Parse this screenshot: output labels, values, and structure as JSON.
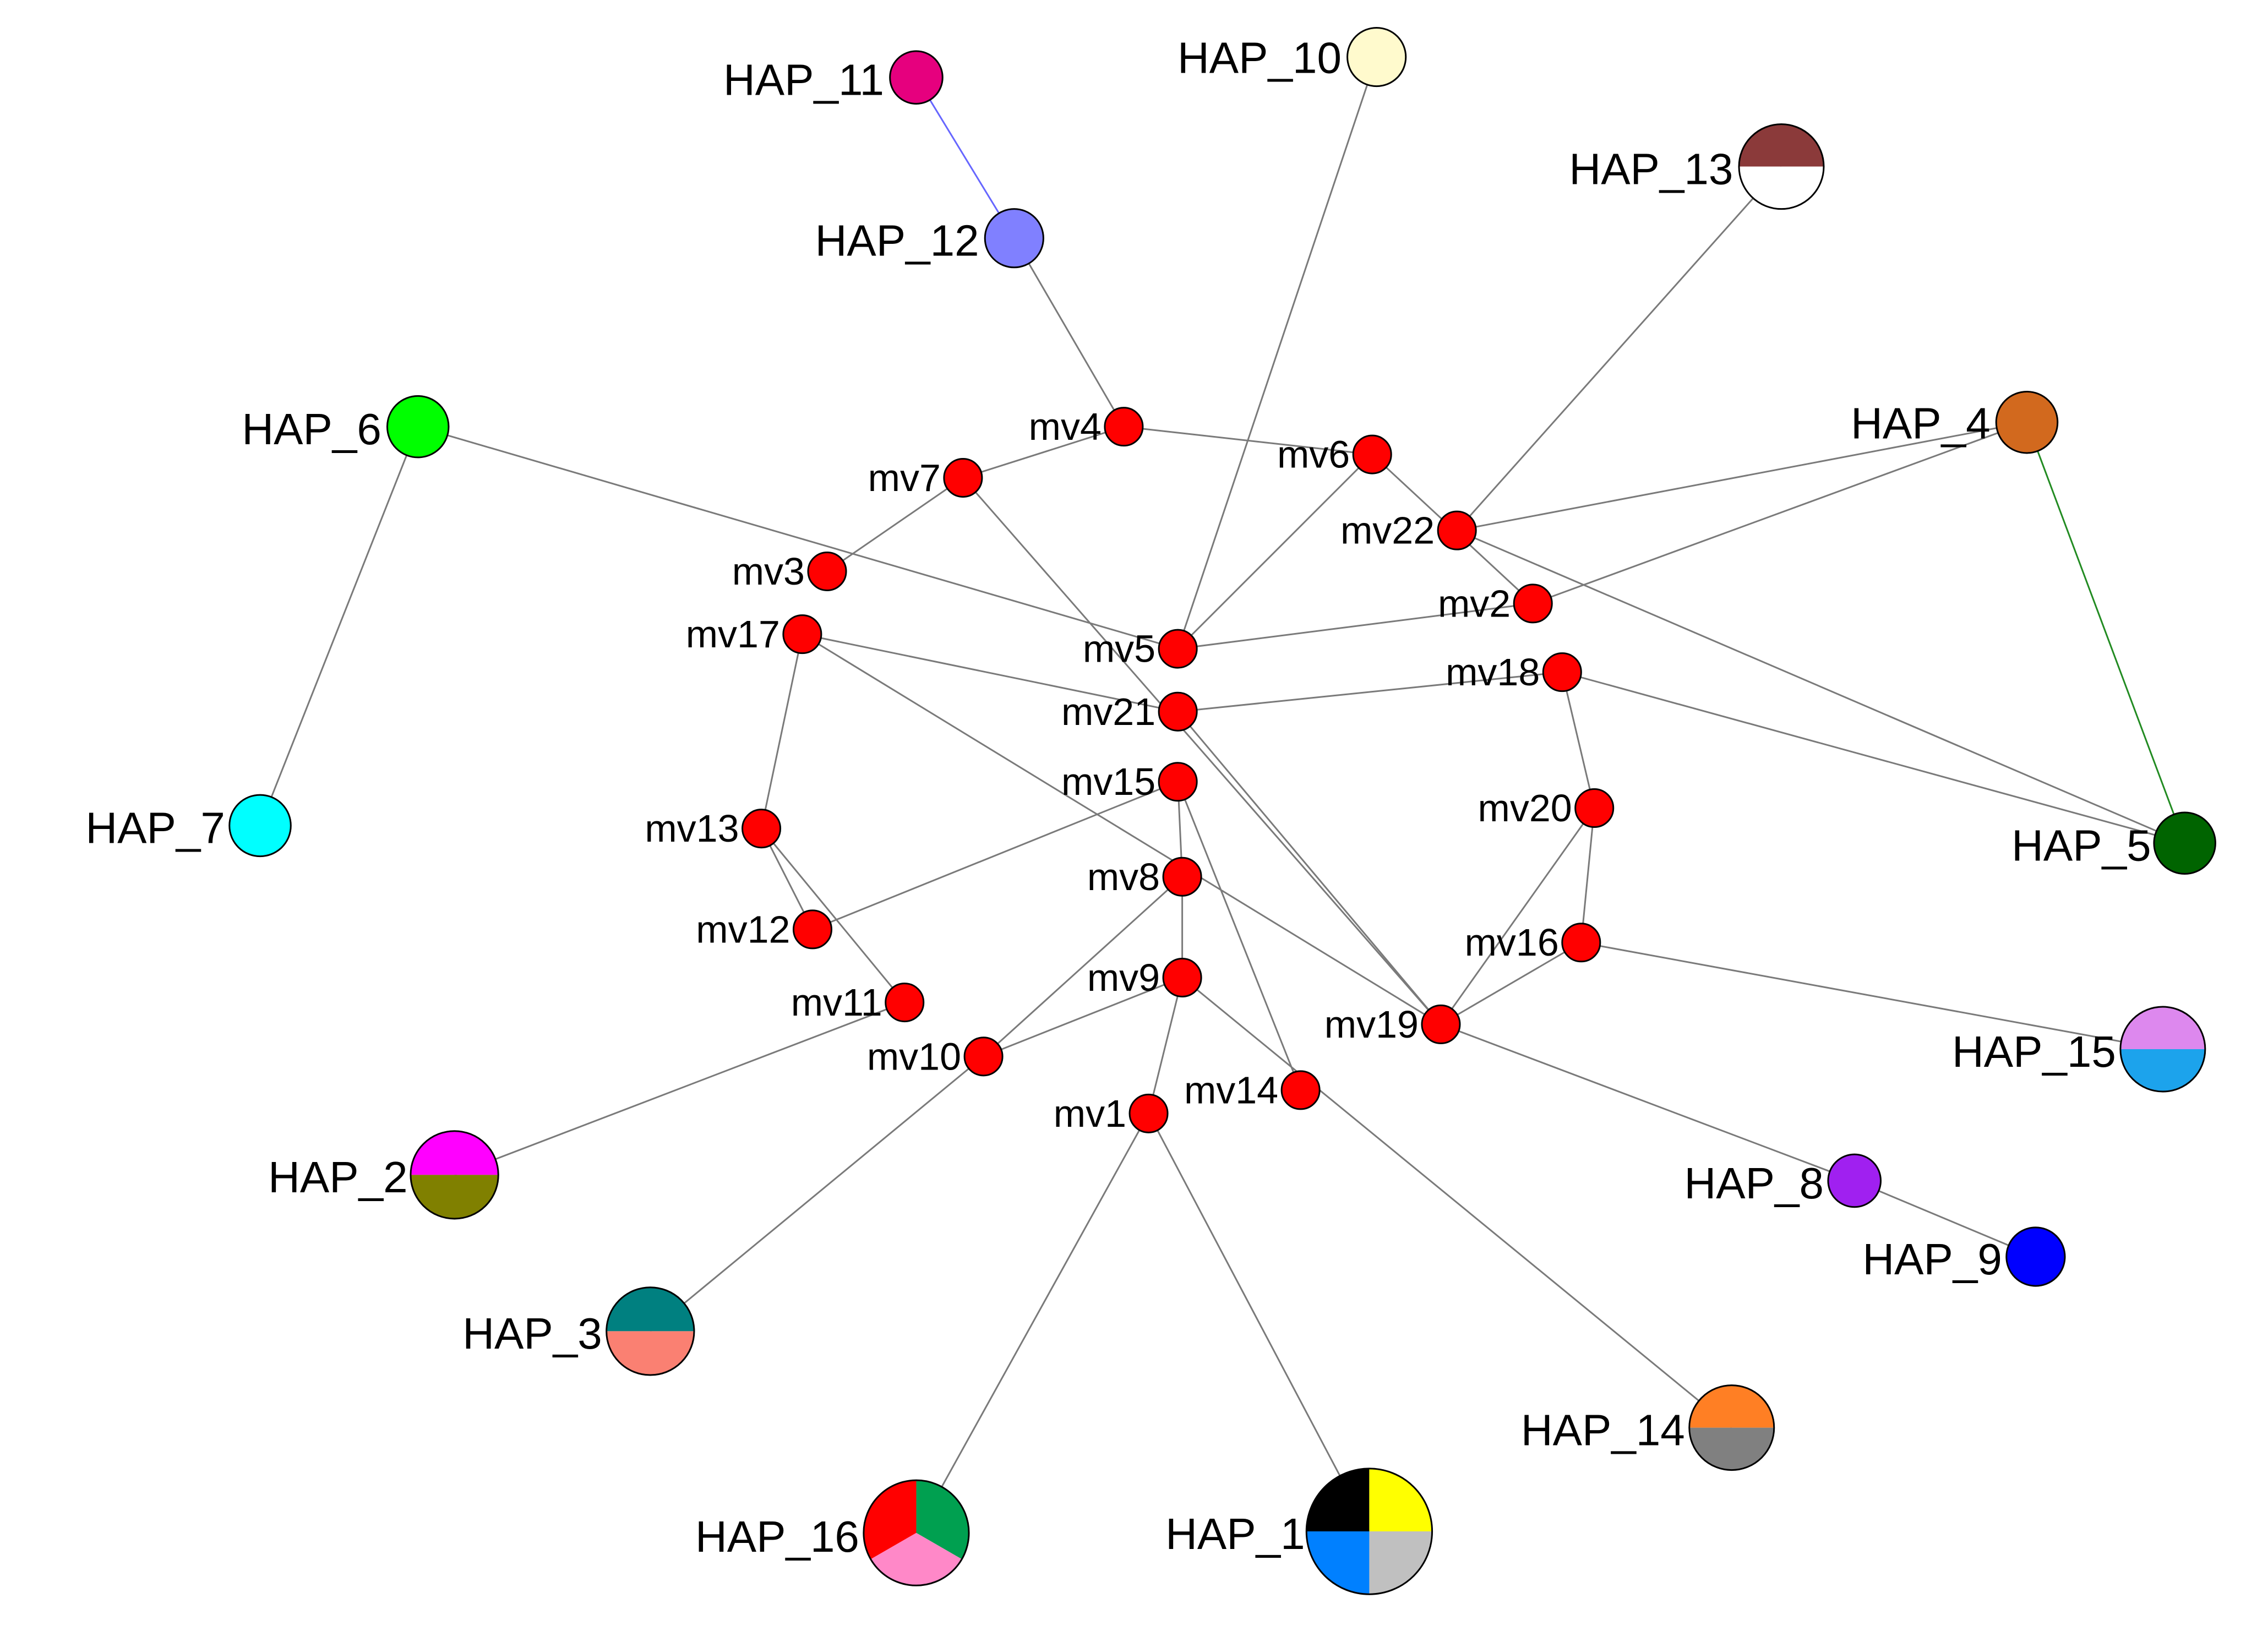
{
  "diagram": {
    "type": "haplotype-network",
    "haplotypes": [
      {
        "id": "HAP_1",
        "label": "HAP_1",
        "slices": [
          {
            "color": "#000000",
            "a0": 180,
            "a1": 270
          },
          {
            "color": "#ffff00",
            "a0": 270,
            "a1": 360
          },
          {
            "color": "#c0c0c0",
            "a0": 0,
            "a1": 90
          },
          {
            "color": "#0080ff",
            "a0": 90,
            "a1": 180
          }
        ]
      },
      {
        "id": "HAP_2",
        "label": "HAP_2",
        "slices": [
          {
            "color": "#ff00ff",
            "a0": 180,
            "a1": 360
          },
          {
            "color": "#808000",
            "a0": 0,
            "a1": 180
          }
        ]
      },
      {
        "id": "HAP_3",
        "label": "HAP_3",
        "slices": [
          {
            "color": "#008080",
            "a0": 180,
            "a1": 360
          },
          {
            "color": "#fa8072",
            "a0": 0,
            "a1": 180
          }
        ]
      },
      {
        "id": "HAP_4",
        "label": "HAP_4",
        "slices": [
          {
            "color": "#d2691e",
            "a0": 0,
            "a1": 360
          }
        ]
      },
      {
        "id": "HAP_5",
        "label": "HAP_5",
        "slices": [
          {
            "color": "#006400",
            "a0": 0,
            "a1": 360
          }
        ]
      },
      {
        "id": "HAP_6",
        "label": "HAP_6",
        "slices": [
          {
            "color": "#00ff00",
            "a0": 0,
            "a1": 360
          }
        ]
      },
      {
        "id": "HAP_7",
        "label": "HAP_7",
        "slices": [
          {
            "color": "#00ffff",
            "a0": 0,
            "a1": 360
          }
        ]
      },
      {
        "id": "HAP_8",
        "label": "HAP_8",
        "slices": [
          {
            "color": "#a020f0",
            "a0": 0,
            "a1": 360
          }
        ]
      },
      {
        "id": "HAP_9",
        "label": "HAP_9",
        "slices": [
          {
            "color": "#0000ff",
            "a0": 0,
            "a1": 360
          }
        ]
      },
      {
        "id": "HAP_10",
        "label": "HAP_10",
        "slices": [
          {
            "color": "#fffacd",
            "a0": 0,
            "a1": 360
          }
        ]
      },
      {
        "id": "HAP_11",
        "label": "HAP_11",
        "slices": [
          {
            "color": "#e6007e",
            "a0": 0,
            "a1": 360
          }
        ]
      },
      {
        "id": "HAP_12",
        "label": "HAP_12",
        "slices": [
          {
            "color": "#8080ff",
            "a0": 0,
            "a1": 360
          }
        ]
      },
      {
        "id": "HAP_13",
        "label": "HAP_13",
        "slices": [
          {
            "color": "#8b3a3a",
            "a0": 180,
            "a1": 360
          },
          {
            "color": "#ffffff",
            "a0": 0,
            "a1": 180
          }
        ]
      },
      {
        "id": "HAP_14",
        "label": "HAP_14",
        "slices": [
          {
            "color": "#ff7f24",
            "a0": 180,
            "a1": 360
          },
          {
            "color": "#808080",
            "a0": 0,
            "a1": 180
          }
        ]
      },
      {
        "id": "HAP_15",
        "label": "HAP_15",
        "slices": [
          {
            "color": "#dd88ee",
            "a0": 180,
            "a1": 360
          },
          {
            "color": "#1ca3ec",
            "a0": 0,
            "a1": 180
          }
        ]
      },
      {
        "id": "HAP_16",
        "label": "HAP_16",
        "slices": [
          {
            "color": "#00a050",
            "a0": 270,
            "a1": 30
          },
          {
            "color": "#ff88c8",
            "a0": 30,
            "a1": 150
          },
          {
            "color": "#ff0000",
            "a0": 150,
            "a1": 270
          }
        ]
      }
    ],
    "median_vectors": [
      {
        "id": "mv1",
        "label": "mv1"
      },
      {
        "id": "mv2",
        "label": "mv2"
      },
      {
        "id": "mv3",
        "label": "mv3"
      },
      {
        "id": "mv4",
        "label": "mv4"
      },
      {
        "id": "mv5",
        "label": "mv5"
      },
      {
        "id": "mv6",
        "label": "mv6"
      },
      {
        "id": "mv7",
        "label": "mv7"
      },
      {
        "id": "mv8",
        "label": "mv8"
      },
      {
        "id": "mv9",
        "label": "mv9"
      },
      {
        "id": "mv10",
        "label": "mv10"
      },
      {
        "id": "mv11",
        "label": "mv11"
      },
      {
        "id": "mv12",
        "label": "mv12"
      },
      {
        "id": "mv13",
        "label": "mv13"
      },
      {
        "id": "mv14",
        "label": "mv14"
      },
      {
        "id": "mv15",
        "label": "mv15"
      },
      {
        "id": "mv16",
        "label": "mv16"
      },
      {
        "id": "mv17",
        "label": "mv17"
      },
      {
        "id": "mv18",
        "label": "mv18"
      },
      {
        "id": "mv19",
        "label": "mv19"
      },
      {
        "id": "mv20",
        "label": "mv20"
      },
      {
        "id": "mv21",
        "label": "mv21"
      },
      {
        "id": "mv22",
        "label": "mv22"
      }
    ],
    "median_vector_color": "#ff0000",
    "edge_color": "#7a7a7a",
    "edges": [
      [
        "HAP_11",
        "HAP_12",
        "#6666ff"
      ],
      [
        "HAP_12",
        "mv4",
        null
      ],
      [
        "HAP_10",
        "mv5",
        null
      ],
      [
        "HAP_13",
        "mv22",
        null
      ],
      [
        "HAP_4",
        "mv22",
        null
      ],
      [
        "HAP_4",
        "mv2",
        null
      ],
      [
        "HAP_4",
        "HAP_5",
        "#228b22"
      ],
      [
        "HAP_6",
        "HAP_7",
        null
      ],
      [
        "HAP_6",
        "mv5",
        null
      ],
      [
        "mv4",
        "mv7",
        null
      ],
      [
        "mv4",
        "mv6",
        null
      ],
      [
        "mv7",
        "mv3",
        null
      ],
      [
        "mv7",
        "mv19",
        null
      ],
      [
        "mv6",
        "mv5",
        null
      ],
      [
        "mv6",
        "mv2",
        null
      ],
      [
        "mv22",
        "HAP_5",
        null
      ],
      [
        "mv2",
        "mv5",
        null
      ],
      [
        "mv17",
        "mv21",
        null
      ],
      [
        "mv17",
        "mv13",
        null
      ],
      [
        "mv17",
        "mv19",
        null
      ],
      [
        "mv18",
        "mv21",
        null
      ],
      [
        "mv18",
        "mv20",
        null
      ],
      [
        "mv18",
        "HAP_5",
        null
      ],
      [
        "mv21",
        "mv19",
        null
      ],
      [
        "mv15",
        "mv12",
        null
      ],
      [
        "mv15",
        "mv14",
        null
      ],
      [
        "mv15",
        "mv8",
        null
      ],
      [
        "mv13",
        "mv11",
        null
      ],
      [
        "mv13",
        "mv12",
        null
      ],
      [
        "mv8",
        "mv9",
        null
      ],
      [
        "mv8",
        "mv10",
        null
      ],
      [
        "mv9",
        "mv10",
        null
      ],
      [
        "mv9",
        "mv1",
        null
      ],
      [
        "mv9",
        "HAP_14",
        null
      ],
      [
        "mv11",
        "HAP_2",
        null
      ],
      [
        "mv10",
        "HAP_3",
        null
      ],
      [
        "mv1",
        "HAP_16",
        null
      ],
      [
        "mv1",
        "HAP_1",
        null
      ],
      [
        "mv20",
        "mv16",
        null
      ],
      [
        "mv20",
        "mv19",
        null
      ],
      [
        "mv16",
        "mv19",
        null
      ],
      [
        "mv16",
        "HAP_15",
        null
      ],
      [
        "mv19",
        "HAP_8",
        null
      ],
      [
        "HAP_8",
        "HAP_9",
        null
      ]
    ]
  }
}
